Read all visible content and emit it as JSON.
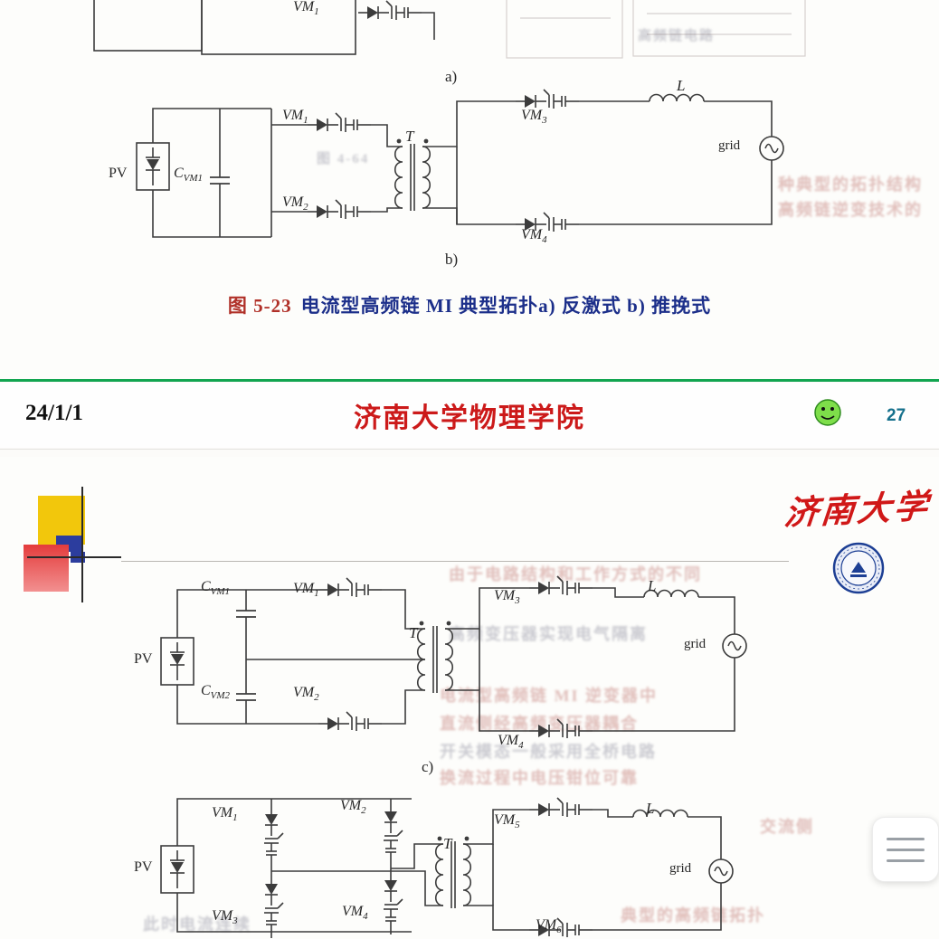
{
  "slide1": {
    "fragment_labels": {
      "vm1": {
        "base": "VM",
        "sub": "1"
      },
      "a_label": "a)"
    },
    "circuit_b": {
      "pv": "PV",
      "cvm1": {
        "base": "C",
        "sub": "VM1"
      },
      "vm1": {
        "base": "VM",
        "sub": "1"
      },
      "vm2": {
        "base": "VM",
        "sub": "2"
      },
      "t": "T",
      "vm3": {
        "base": "VM",
        "sub": "3"
      },
      "vm4": {
        "base": "VM",
        "sub": "4"
      },
      "l": "L",
      "grid": "grid",
      "b_label": "b)"
    },
    "caption": {
      "fig_no": "图 5-23",
      "title": "电流型高频链 MI 典型拓扑a) 反激式 b) 推挽式"
    },
    "bleed_text": [
      "种典型的拓扑结构",
      "高频链逆变技术的",
      "图 4-64",
      "高频链电路"
    ]
  },
  "footer": {
    "date": "24/1/1",
    "department": "济南大学物理学院",
    "page_number": "27"
  },
  "slide2": {
    "logo_text": "济南大学",
    "circuit_c": {
      "pv": "PV",
      "cvm1": {
        "base": "C",
        "sub": "VM1"
      },
      "cvm2": {
        "base": "C",
        "sub": "VM2"
      },
      "vm1": {
        "base": "VM",
        "sub": "1"
      },
      "vm2": {
        "base": "VM",
        "sub": "2"
      },
      "t": "T",
      "vm3": {
        "base": "VM",
        "sub": "3"
      },
      "vm4": {
        "base": "VM",
        "sub": "4"
      },
      "l": "L",
      "grid": "grid",
      "c_label": "c)"
    },
    "circuit_d": {
      "pv": "PV",
      "vm1": {
        "base": "VM",
        "sub": "1"
      },
      "vm2": {
        "base": "VM",
        "sub": "2"
      },
      "vm3": {
        "base": "VM",
        "sub": "3"
      },
      "vm4": {
        "base": "VM",
        "sub": "4"
      },
      "vm5": {
        "base": "VM",
        "sub": "5"
      },
      "vm6": {
        "base": "VM",
        "sub": "6"
      },
      "t": "T",
      "l": "L",
      "grid": "grid"
    },
    "bleed_text": [
      "由于电路结构和工作方式的不同",
      "高频变压器实现电气隔离",
      "电流型高频链 MI 逆变器中",
      "直流侧经高频变压器耦合",
      "开关模态一般采用全桥电路",
      "换流过程中电压钳位可靠",
      "此时电流连续",
      "典型的高频链拓扑",
      "交流侧"
    ]
  },
  "icons": {
    "smiley": "smiley-face-icon",
    "menu": "hamburger-menu-icon"
  },
  "colors": {
    "separator_green": "#12a550",
    "footer_title_red": "#cc1a1a",
    "caption_fig_red": "#b03028",
    "caption_text_blue": "#1c2f8a",
    "page_number_teal": "#15708c",
    "logo_red": "#d01818",
    "seal_blue": "#1d3f94",
    "decor_yellow": "#f2c70c",
    "decor_red": "#e85050",
    "decor_blue": "#2c3d9e",
    "smiley_green": "#7ede4a"
  }
}
